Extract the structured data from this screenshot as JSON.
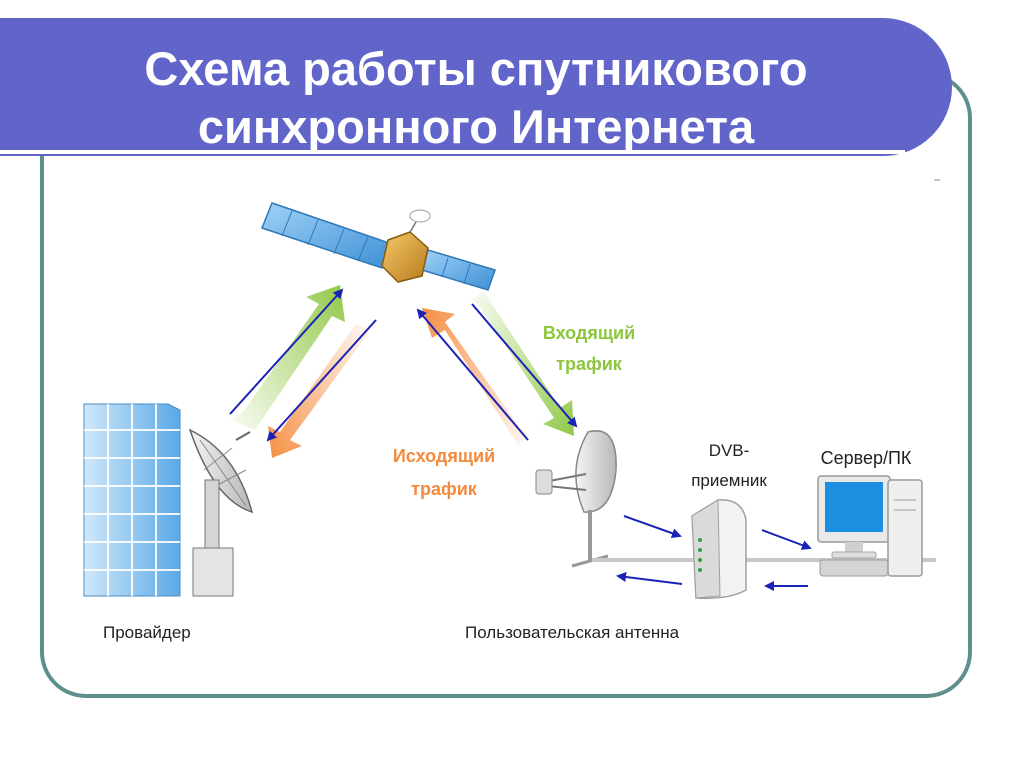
{
  "title": {
    "line1": "Схема работы спутникового",
    "line2": "синхронного Интернета"
  },
  "labels": {
    "incoming_line1": "Входящий",
    "incoming_line2": "трафик",
    "outgoing_line1": "Исходящий",
    "outgoing_line2": "трафик",
    "dvb_line1": "DVB-",
    "dvb_line2": "приемник",
    "server": "Сервер/ПК",
    "provider": "Провайдер",
    "user_antenna": "Пользовательская антенна"
  },
  "colors": {
    "banner": "#6165c9",
    "frame": "#5f8f8c",
    "incoming": "#8cc63f",
    "outgoing": "#f58a3c",
    "arrow": "#1a23b5",
    "building": "#5aa9e6"
  },
  "icons": [
    "satellite-icon",
    "building-icon",
    "provider-dish-icon",
    "user-dish-icon",
    "dvb-receiver-icon",
    "computer-icon"
  ]
}
